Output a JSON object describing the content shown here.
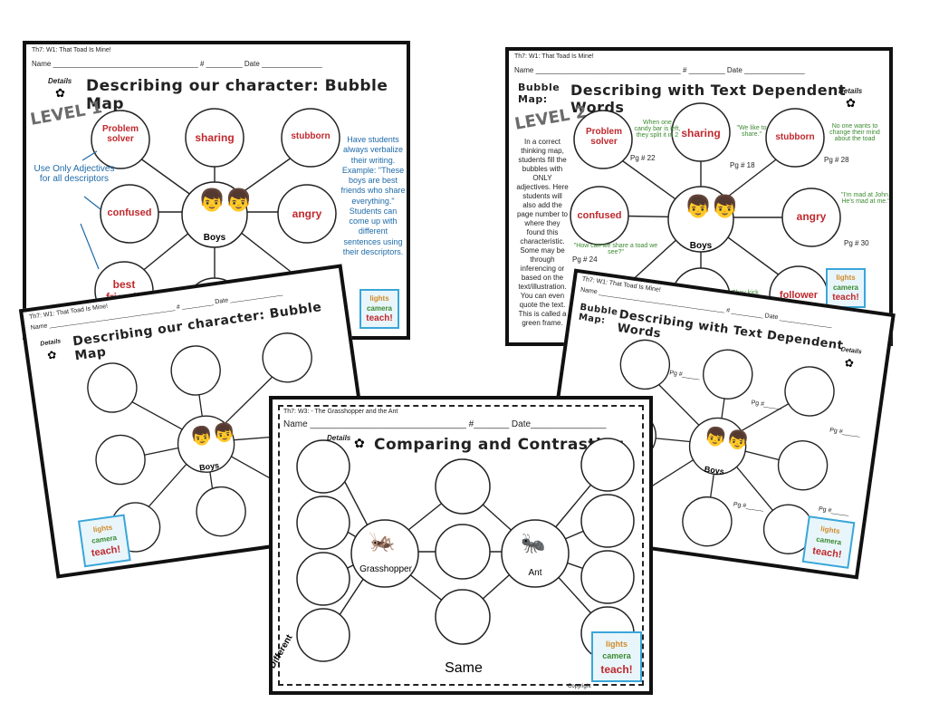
{
  "sheet_a": {
    "header": "Th7: W1: That Toad Is Mine!",
    "name_line": "Name ____________________________________ # _________ Date _______________",
    "details": "Details",
    "title": "Describing our character:  Bubble Map",
    "level": "LEVEL 1",
    "bubbles": [
      "Problem solver",
      "sharing",
      "stubborn",
      "confused",
      "angry",
      "best friends"
    ],
    "center": "Boys",
    "note_left": "Use Only Adjectives for all descriptors",
    "note_right": "Have students always verbalize their writing. Example: \"These boys are best friends who share everything.\" Students can come up with different sentences using their descriptors."
  },
  "sheet_b": {
    "header": "Th7: W1: That Toad Is Mine!",
    "name_line": "Name ____________________________________ # _________ Date _______________",
    "bubble_map": "Bubble Map:",
    "title": "Describing with Text Dependent Words",
    "details": "Details",
    "level": "LEVEL 2",
    "bubbles": [
      "Problem solver",
      "sharing",
      "stubborn",
      "confused",
      "angry",
      "follower"
    ],
    "center": "Boys",
    "quotes": [
      "When one candy bar is left, they split it in 2",
      "\"We like to share.\"",
      "No one wants to change their mind about the toad",
      "\"I'm mad at John. He's mad at me.\"",
      "\"How can we share a toad we see?\"",
      "They kick all"
    ],
    "pages": [
      "Pg # 22",
      "Pg # 18",
      "Pg # 28",
      "Pg # 30",
      "Pg # 24"
    ],
    "note": "In a correct thinking map, students fill the bubbles with ONLY adjectives. Here students will also add the page number to where they found this characteristic. Some may be through inferencing or based on the text/illustration. You can even quote the text. This is called a green frame."
  },
  "sheet_c": {
    "header": "Th7: W1: That Toad Is Mine!",
    "name_line": "Name ____________________________________ # _________ Date _______________",
    "details": "Details",
    "title": "Describing our character:  Bubble Map",
    "center": "Boys"
  },
  "sheet_d": {
    "header": "Th7: W1: That Toad Is Mine!",
    "name_line": "Name ____________________________________ # _________ Date _______________",
    "bubble_map": "Bubble Map:",
    "title": "Describing with Text Dependent Words",
    "details": "Details",
    "center": "Boys",
    "pg": "Pg #_____"
  },
  "sheet_e": {
    "header": "Th7: W3: - The Grasshopper and the Ant",
    "name_line": "Name _______________________________ #_______ Date_______________",
    "details": "Details",
    "title": "Comparing and Contrasting",
    "left": "Grasshopper",
    "right": "Ant",
    "same": "Same",
    "different": "Different",
    "copyright": "Copyright"
  },
  "logo": {
    "line1": "lights",
    "line2": "camera",
    "line3": "teach!"
  },
  "colors": {
    "red": "#c0282d",
    "green": "#3b8a2f",
    "blue": "#1e6aa8"
  }
}
